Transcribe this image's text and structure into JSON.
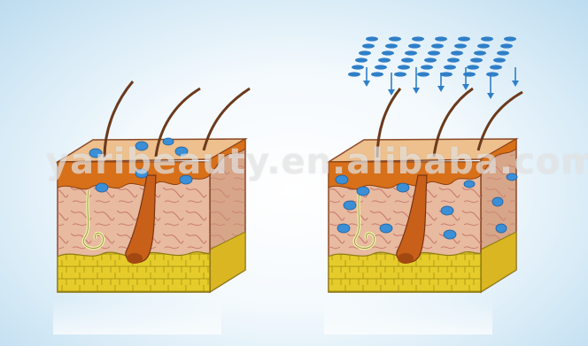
{
  "watermark": {
    "text": "yaribeauty.en.alibaba.com"
  },
  "colors": {
    "background": "#d6eaf6",
    "epidermis": "#e9b783",
    "dermis": "#e7b89a",
    "melanin_layer": "#d8701a",
    "hair": "#6b3a1c",
    "follicle": "#c8601a",
    "fat": "#e6cc2a",
    "fat_outline": "#8a7a10",
    "particles": "#3b8fd6",
    "microneedle_grid": "#2f7fc8"
  },
  "panels": [
    {
      "name": "skin-block-before"
    },
    {
      "name": "skin-block-after"
    }
  ]
}
